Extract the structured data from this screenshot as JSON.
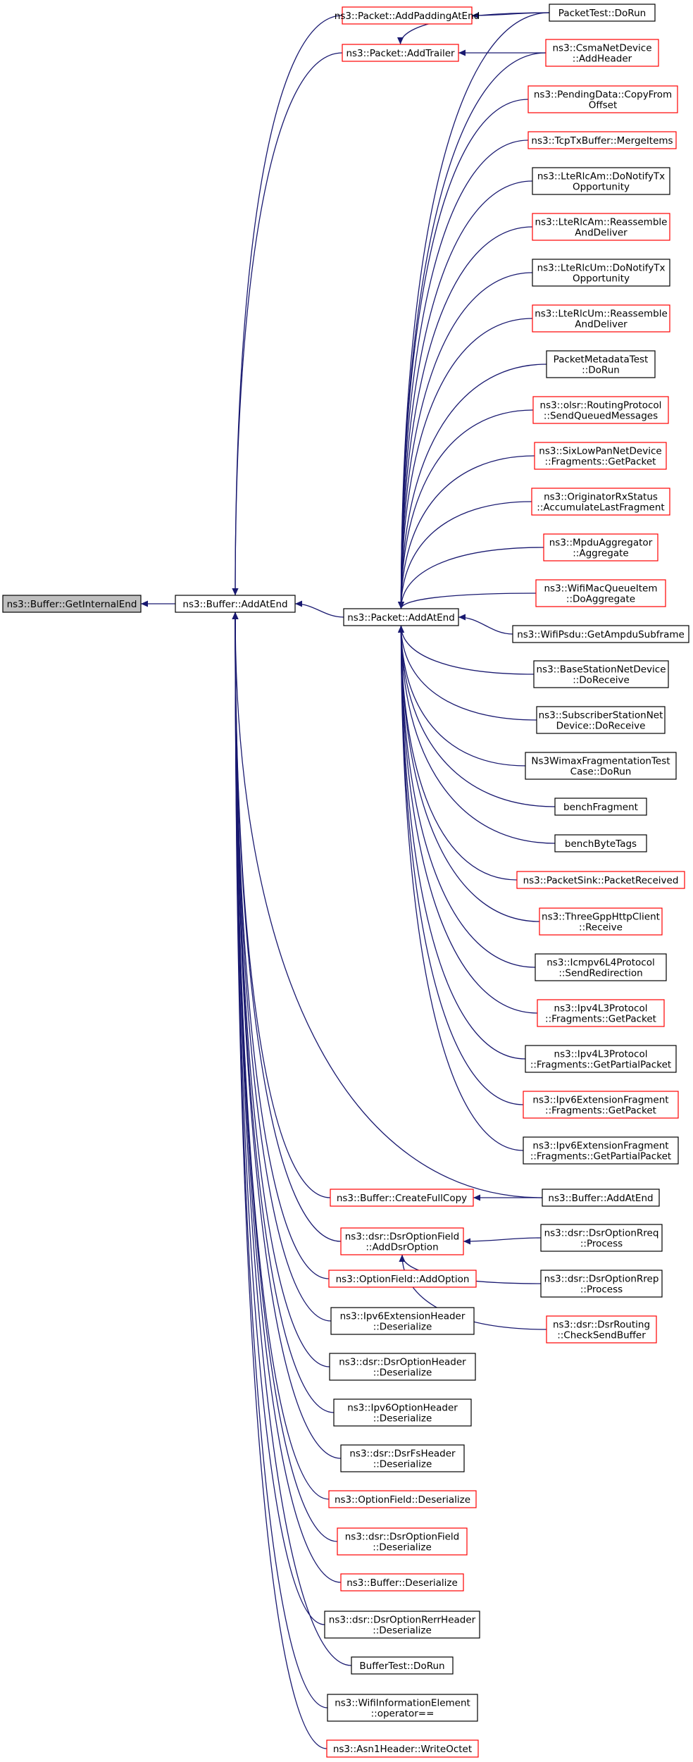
{
  "colors": {
    "edge": "#191970",
    "red_border": "#ff0000",
    "black_border": "#000000",
    "root_fill": "#bfbfbf"
  },
  "root": {
    "lines": [
      "ns3::Buffer::GetInternalEnd"
    ],
    "style": "root"
  },
  "hub": {
    "lines": [
      "ns3::Buffer::AddAtEnd"
    ],
    "style": "normal"
  },
  "packet_addatend": {
    "lines": [
      "ns3::Packet::AddAtEnd"
    ],
    "style": "normal"
  },
  "padding": {
    "lines": [
      "ns3::Packet::AddPaddingAtEnd"
    ],
    "style": "red"
  },
  "trailer": {
    "lines": [
      "ns3::Packet::AddTrailer"
    ],
    "style": "red"
  },
  "packet_callers": [
    {
      "lines": [
        "PacketTest::DoRun"
      ],
      "style": "normal"
    },
    {
      "lines": [
        "ns3::CsmaNetDevice",
        "::AddHeader"
      ],
      "style": "red"
    },
    {
      "lines": [
        "ns3::PendingData::CopyFrom",
        "Offset"
      ],
      "style": "red"
    },
    {
      "lines": [
        "ns3::TcpTxBuffer::MergeItems"
      ],
      "style": "red"
    },
    {
      "lines": [
        "ns3::LteRlcAm::DoNotifyTx",
        "Opportunity"
      ],
      "style": "normal"
    },
    {
      "lines": [
        "ns3::LteRlcAm::Reassemble",
        "AndDeliver"
      ],
      "style": "red"
    },
    {
      "lines": [
        "ns3::LteRlcUm::DoNotifyTx",
        "Opportunity"
      ],
      "style": "normal"
    },
    {
      "lines": [
        "ns3::LteRlcUm::Reassemble",
        "AndDeliver"
      ],
      "style": "red"
    },
    {
      "lines": [
        "PacketMetadataTest",
        "::DoRun"
      ],
      "style": "normal"
    },
    {
      "lines": [
        "ns3::olsr::RoutingProtocol",
        "::SendQueuedMessages"
      ],
      "style": "red"
    },
    {
      "lines": [
        "ns3::SixLowPanNetDevice",
        "::Fragments::GetPacket"
      ],
      "style": "red"
    },
    {
      "lines": [
        "ns3::OriginatorRxStatus",
        "::AccumulateLastFragment"
      ],
      "style": "red"
    },
    {
      "lines": [
        "ns3::MpduAggregator",
        "::Aggregate"
      ],
      "style": "red"
    },
    {
      "lines": [
        "ns3::WifiMacQueueItem",
        "::DoAggregate"
      ],
      "style": "red"
    },
    {
      "lines": [
        "ns3::WifiPsdu::GetAmpduSubframe"
      ],
      "style": "normal"
    },
    {
      "lines": [
        "ns3::BaseStationNetDevice",
        "::DoReceive"
      ],
      "style": "normal"
    },
    {
      "lines": [
        "ns3::SubscriberStationNet",
        "Device::DoReceive"
      ],
      "style": "normal"
    },
    {
      "lines": [
        "Ns3WimaxFragmentationTest",
        "Case::DoRun"
      ],
      "style": "normal"
    },
    {
      "lines": [
        "benchFragment"
      ],
      "style": "normal"
    },
    {
      "lines": [
        "benchByteTags"
      ],
      "style": "normal"
    },
    {
      "lines": [
        "ns3::PacketSink::PacketReceived"
      ],
      "style": "red"
    },
    {
      "lines": [
        "ns3::ThreeGppHttpClient",
        "::Receive"
      ],
      "style": "red"
    },
    {
      "lines": [
        "ns3::Icmpv6L4Protocol",
        "::SendRedirection"
      ],
      "style": "normal"
    },
    {
      "lines": [
        "ns3::Ipv4L3Protocol",
        "::Fragments::GetPacket"
      ],
      "style": "red"
    },
    {
      "lines": [
        "ns3::Ipv4L3Protocol",
        "::Fragments::GetPartialPacket"
      ],
      "style": "normal"
    },
    {
      "lines": [
        "ns3::Ipv6ExtensionFragment",
        "::Fragments::GetPacket"
      ],
      "style": "red"
    },
    {
      "lines": [
        "ns3::Ipv6ExtensionFragment",
        "::Fragments::GetPartialPacket"
      ],
      "style": "normal"
    }
  ],
  "create_full_copy": {
    "lines": [
      "ns3::Buffer::CreateFullCopy"
    ],
    "style": "red"
  },
  "buffer_addatend_right": {
    "lines": [
      "ns3::Buffer::AddAtEnd"
    ],
    "style": "normal"
  },
  "add_dsr_option": {
    "lines": [
      "ns3::dsr::DsrOptionField",
      "::AddDsrOption"
    ],
    "style": "red"
  },
  "dsr_callers": [
    {
      "lines": [
        "ns3::dsr::DsrOptionRreq",
        "::Process"
      ],
      "style": "normal"
    },
    {
      "lines": [
        "ns3::dsr::DsrOptionRrep",
        "::Process"
      ],
      "style": "normal"
    },
    {
      "lines": [
        "ns3::dsr::DsrRouting",
        "::CheckSendBuffer"
      ],
      "style": "red"
    }
  ],
  "hub_other_callers": [
    {
      "lines": [
        "ns3::OptionField::AddOption"
      ],
      "style": "red"
    },
    {
      "lines": [
        "ns3::Ipv6ExtensionHeader",
        "::Deserialize"
      ],
      "style": "normal"
    },
    {
      "lines": [
        "ns3::dsr::DsrOptionHeader",
        "::Deserialize"
      ],
      "style": "normal"
    },
    {
      "lines": [
        "ns3::Ipv6OptionHeader",
        "::Deserialize"
      ],
      "style": "normal"
    },
    {
      "lines": [
        "ns3::dsr::DsrFsHeader",
        "::Deserialize"
      ],
      "style": "normal"
    },
    {
      "lines": [
        "ns3::OptionField::Deserialize"
      ],
      "style": "red"
    },
    {
      "lines": [
        "ns3::dsr::DsrOptionField",
        "::Deserialize"
      ],
      "style": "red"
    },
    {
      "lines": [
        "ns3::Buffer::Deserialize"
      ],
      "style": "red"
    },
    {
      "lines": [
        "ns3::dsr::DsrOptionRerrHeader",
        "::Deserialize"
      ],
      "style": "normal"
    },
    {
      "lines": [
        "BufferTest::DoRun"
      ],
      "style": "normal"
    },
    {
      "lines": [
        "ns3::WifiInformationElement",
        "::operator=="
      ],
      "style": "normal"
    },
    {
      "lines": [
        "ns3::Asn1Header::WriteOctet"
      ],
      "style": "red"
    }
  ]
}
